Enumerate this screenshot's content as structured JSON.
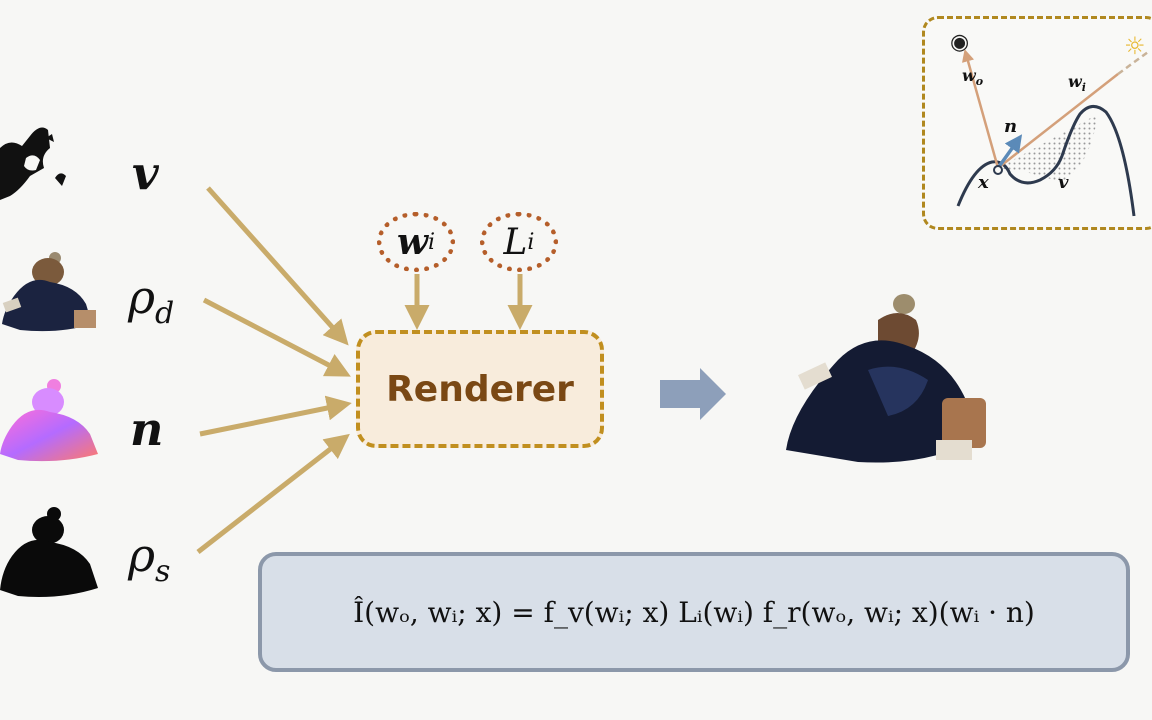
{
  "inputs": [
    {
      "symbol": "v",
      "sub": "",
      "bold": true
    },
    {
      "symbol": "ρ",
      "sub": "d",
      "bold": false
    },
    {
      "symbol": "n",
      "sub": "",
      "bold": true
    },
    {
      "symbol": "ρ",
      "sub": "s",
      "bold": false
    }
  ],
  "renderer": {
    "label": "Renderer"
  },
  "light_inputs": [
    {
      "symbol": "w",
      "sub": "i"
    },
    {
      "symbol": "L",
      "sub": "i"
    }
  ],
  "equation": "Î(wₒ, wᵢ; x) = f_v(wᵢ; x) Lᵢ(wᵢ) f_r(wₒ, wᵢ; x)(wᵢ · n)",
  "inset": {
    "labels": {
      "wo": "w",
      "wo_sub": "o",
      "wi": "w",
      "wi_sub": "i",
      "n": "n",
      "x": "x",
      "v": "v"
    },
    "icons": [
      "eye-icon",
      "sun-icon"
    ]
  },
  "colors": {
    "arrow": "#c9ab6a",
    "renderer_border": "#c18f1f",
    "renderer_fill": "#f8ecdc",
    "renderer_text": "#7a4814",
    "circle_border": "#b55e2a",
    "output_arrow": "#8d9fba",
    "equation_fill": "#d8dfe8",
    "equation_border": "#8c98aa"
  }
}
